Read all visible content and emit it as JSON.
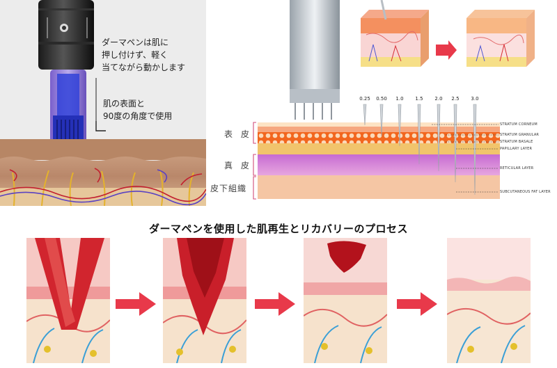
{
  "left_panel": {
    "caption_main": [
      "ダーマペンは肌に",
      "押し付けず、軽く",
      "当てながら動かします"
    ],
    "caption_angle": [
      "肌の表面と",
      "90度の角度で使用"
    ]
  },
  "right_panel": {
    "layers_jp": [
      "表 皮",
      "真 皮",
      "皮下組織"
    ],
    "depths": [
      "0.25",
      "0.50",
      "1.0",
      "1.5",
      "2.0",
      "2.5",
      "3.0"
    ],
    "layers_en": [
      "STRATUM CORNEUM",
      "STRATUM GRANULAR",
      "STRATUM BASALE",
      "PAPILLARY LAYER",
      "RETICULAR LAYER",
      "SUBCUTANEOUS FAT LAYER"
    ]
  },
  "process": {
    "title": "ダーマペンを使用した肌再生とリカバリーのプロセス",
    "stages": [
      "stage-1",
      "stage-2",
      "stage-3",
      "stage-4"
    ]
  },
  "colors": {
    "arrow_red": "#e8394a",
    "dermis_pink": "#f3b8c6",
    "blood_red": "#c9202a",
    "needle_blue": "#2d3fd6"
  }
}
